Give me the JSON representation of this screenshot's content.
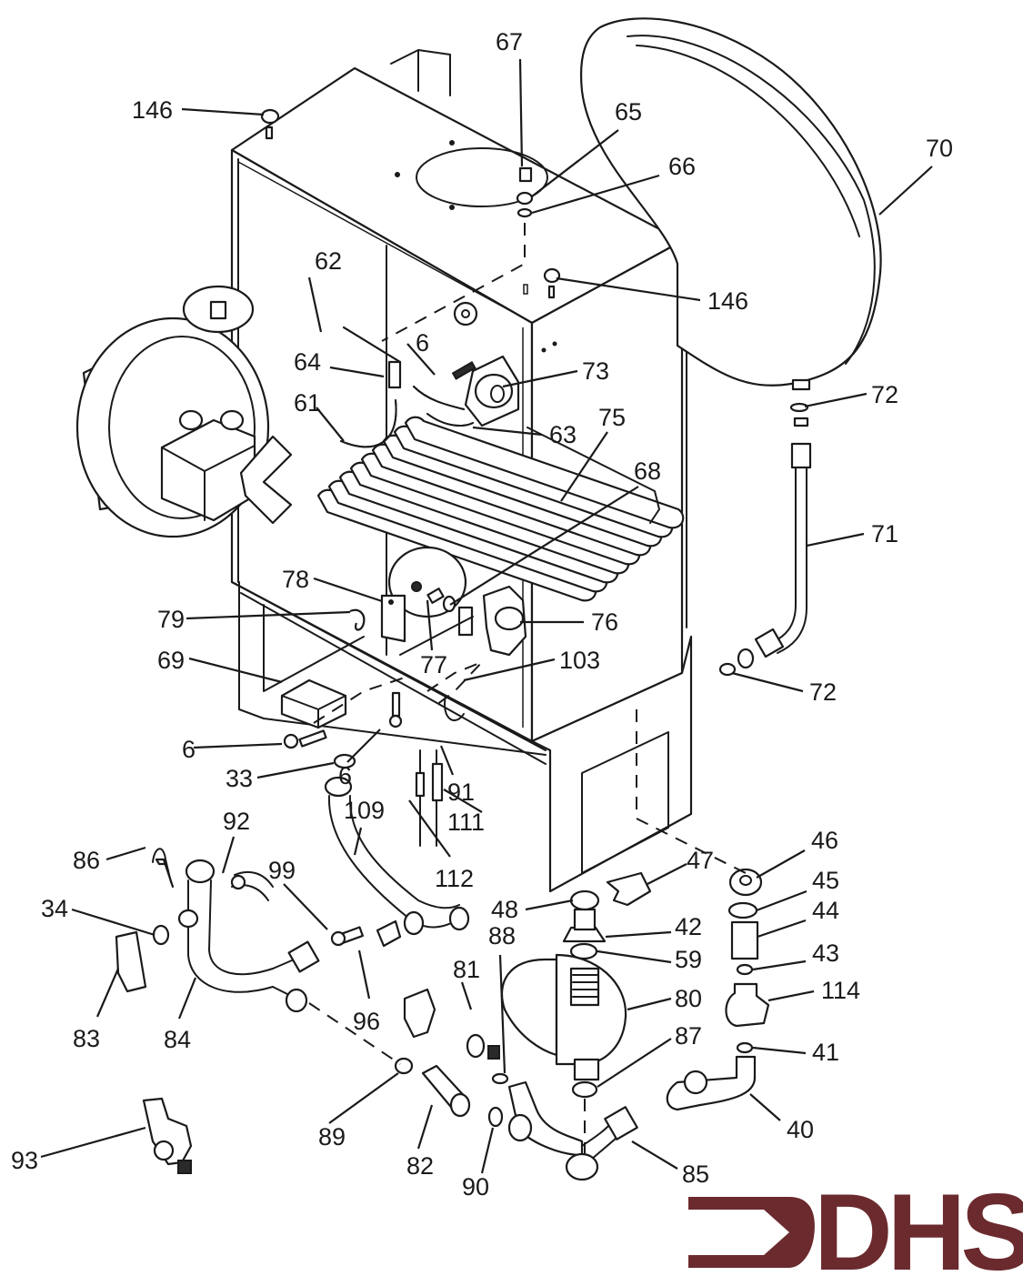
{
  "diagram": {
    "type": "exploded-parts-diagram",
    "subject": "boiler assembly",
    "callouts": [
      {
        "id": "c146a",
        "label": "146"
      },
      {
        "id": "c67",
        "label": "67"
      },
      {
        "id": "c65",
        "label": "65"
      },
      {
        "id": "c66",
        "label": "66"
      },
      {
        "id": "c70",
        "label": "70"
      },
      {
        "id": "c146b",
        "label": "146"
      },
      {
        "id": "c62",
        "label": "62"
      },
      {
        "id": "c6a",
        "label": "6"
      },
      {
        "id": "c64",
        "label": "64"
      },
      {
        "id": "c73",
        "label": "73"
      },
      {
        "id": "c72a",
        "label": "72"
      },
      {
        "id": "c61",
        "label": "61"
      },
      {
        "id": "c75",
        "label": "75"
      },
      {
        "id": "c63",
        "label": "63"
      },
      {
        "id": "c68",
        "label": "68"
      },
      {
        "id": "c71",
        "label": "71"
      },
      {
        "id": "c78",
        "label": "78"
      },
      {
        "id": "c79",
        "label": "79"
      },
      {
        "id": "c76",
        "label": "76"
      },
      {
        "id": "c77",
        "label": "77"
      },
      {
        "id": "c103",
        "label": "103"
      },
      {
        "id": "c69",
        "label": "69"
      },
      {
        "id": "c72b",
        "label": "72"
      },
      {
        "id": "c6b",
        "label": "6"
      },
      {
        "id": "c6c",
        "label": "6"
      },
      {
        "id": "c33",
        "label": "33"
      },
      {
        "id": "c91",
        "label": "91"
      },
      {
        "id": "c109",
        "label": "109"
      },
      {
        "id": "c111",
        "label": "111"
      },
      {
        "id": "c92",
        "label": "92"
      },
      {
        "id": "c86",
        "label": "86"
      },
      {
        "id": "c99",
        "label": "99"
      },
      {
        "id": "c112",
        "label": "112"
      },
      {
        "id": "c46",
        "label": "46"
      },
      {
        "id": "c47",
        "label": "47"
      },
      {
        "id": "c45",
        "label": "45"
      },
      {
        "id": "c34",
        "label": "34"
      },
      {
        "id": "c48",
        "label": "48"
      },
      {
        "id": "c44",
        "label": "44"
      },
      {
        "id": "c42",
        "label": "42"
      },
      {
        "id": "c88",
        "label": "88"
      },
      {
        "id": "c59",
        "label": "59"
      },
      {
        "id": "c43",
        "label": "43"
      },
      {
        "id": "c81",
        "label": "81"
      },
      {
        "id": "c114",
        "label": "114"
      },
      {
        "id": "c80",
        "label": "80"
      },
      {
        "id": "c83",
        "label": "83"
      },
      {
        "id": "c84",
        "label": "84"
      },
      {
        "id": "c96",
        "label": "96"
      },
      {
        "id": "c87",
        "label": "87"
      },
      {
        "id": "c41",
        "label": "41"
      },
      {
        "id": "c40",
        "label": "40"
      },
      {
        "id": "c89",
        "label": "89"
      },
      {
        "id": "c82",
        "label": "82"
      },
      {
        "id": "c85",
        "label": "85"
      },
      {
        "id": "c90",
        "label": "90"
      },
      {
        "id": "c93",
        "label": "93"
      }
    ]
  },
  "logo": {
    "text": "DHS",
    "color": "#6b2a2e"
  }
}
